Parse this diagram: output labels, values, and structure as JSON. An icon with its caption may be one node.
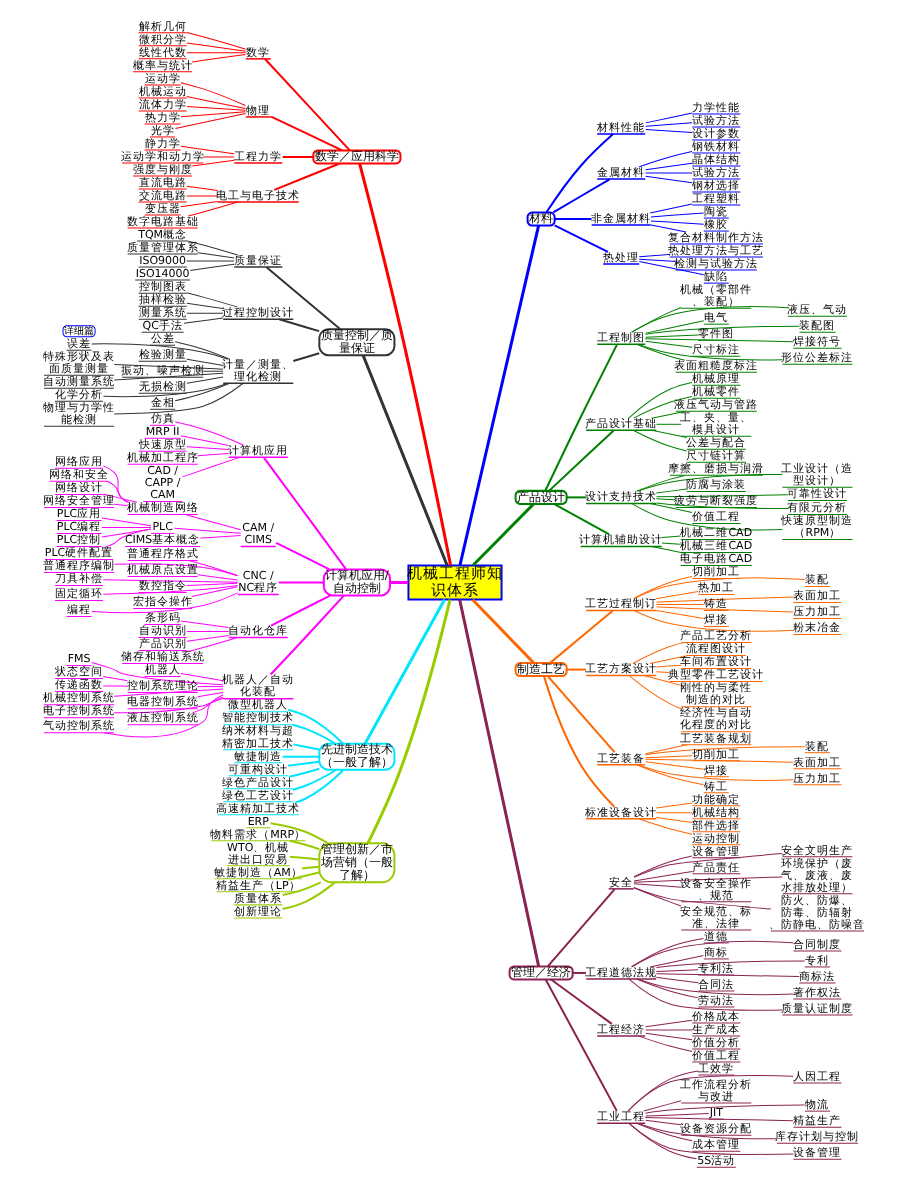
{
  "diagram": {
    "nodes": [
      {
        "text": [
          "机械工程师知识体系"
        ]
      },
      {
        "text": [
          "数学／应用科学"
        ]
      },
      {
        "text": [
          "数学"
        ]
      },
      {
        "text": [
          "解析几何"
        ]
      },
      {
        "text": [
          "微积分学"
        ]
      },
      {
        "text": [
          "线性代数"
        ]
      },
      {
        "text": [
          "概率与统计"
        ]
      },
      {
        "text": [
          "物理"
        ]
      },
      {
        "text": [
          "运动学"
        ]
      },
      {
        "text": [
          "机械运动"
        ]
      },
      {
        "text": [
          "流体力学"
        ]
      },
      {
        "text": [
          "热力学"
        ]
      },
      {
        "text": [
          "光学"
        ]
      },
      {
        "text": [
          "工程力学"
        ]
      },
      {
        "text": [
          "静力学"
        ]
      },
      {
        "text": [
          "运动学和动力学"
        ]
      },
      {
        "text": [
          "强度与刚度"
        ]
      },
      {
        "text": [
          "电工与电子技术"
        ]
      },
      {
        "text": [
          "直流电路"
        ]
      },
      {
        "text": [
          "交流电路"
        ]
      },
      {
        "text": [
          "变压器"
        ]
      },
      {
        "text": [
          "数字电路基础"
        ]
      },
      {
        "text": [
          "材料"
        ]
      },
      {
        "text": [
          "材料性能"
        ]
      },
      {
        "text": [
          "力学性能"
        ]
      },
      {
        "text": [
          "试验方法"
        ]
      },
      {
        "text": [
          "设计参数"
        ]
      },
      {
        "text": [
          "金属材料"
        ]
      },
      {
        "text": [
          "钢铁材料"
        ]
      },
      {
        "text": [
          "晶体结构"
        ]
      },
      {
        "text": [
          "试验方法"
        ]
      },
      {
        "text": [
          "钢材选择"
        ]
      },
      {
        "text": [
          "非金属材料"
        ]
      },
      {
        "text": [
          "工程塑料"
        ]
      },
      {
        "text": [
          "陶瓷"
        ]
      },
      {
        "text": [
          "橡胶"
        ]
      },
      {
        "text": [
          "复合材料制作方法"
        ]
      },
      {
        "text": [
          "热处理"
        ]
      },
      {
        "text": [
          "热处理方法与工艺"
        ]
      },
      {
        "text": [
          "检测与试验方法"
        ]
      },
      {
        "text": [
          "缺陷"
        ]
      },
      {
        "text": [
          "产品设计"
        ]
      },
      {
        "text": [
          "工程制图"
        ]
      },
      {
        "text": [
          "机械（零部件、装配）"
        ]
      },
      {
        "text": [
          "液压、气动"
        ]
      },
      {
        "text": [
          "电气"
        ]
      },
      {
        "text": [
          "装配图"
        ]
      },
      {
        "text": [
          "零件图"
        ]
      },
      {
        "text": [
          "焊接符号"
        ]
      },
      {
        "text": [
          "尺寸标注"
        ]
      },
      {
        "text": [
          "形位公差标注"
        ]
      },
      {
        "text": [
          "表面粗糙度标注"
        ]
      },
      {
        "text": [
          "产品设计基础"
        ]
      },
      {
        "text": [
          "机械原理"
        ]
      },
      {
        "text": [
          "机械零件"
        ]
      },
      {
        "text": [
          "液压气动与管路"
        ]
      },
      {
        "text": [
          "工、夹、量、模具设计"
        ]
      },
      {
        "text": [
          "公差与配合"
        ]
      },
      {
        "text": [
          "尺寸链计算"
        ]
      },
      {
        "text": [
          "设计支持技术"
        ]
      },
      {
        "text": [
          "摩擦、磨损与润滑"
        ]
      },
      {
        "text": [
          "工业设计（造型设计）"
        ]
      },
      {
        "text": [
          "防腐与涂装"
        ]
      },
      {
        "text": [
          "可靠性设计"
        ]
      },
      {
        "text": [
          "疲劳与断裂强度"
        ]
      },
      {
        "text": [
          "有限元分析"
        ]
      },
      {
        "text": [
          "价值工程"
        ]
      },
      {
        "text": [
          "快速原型制造（RPM）"
        ]
      },
      {
        "text": [
          "计算机辅助设计"
        ]
      },
      {
        "text": [
          "机械二维CAD"
        ]
      },
      {
        "text": [
          "机械三维CAD"
        ]
      },
      {
        "text": [
          "电子电路CAD"
        ]
      },
      {
        "text": [
          "制造工艺"
        ]
      },
      {
        "text": [
          "工艺过程制订"
        ]
      },
      {
        "text": [
          "切削加工"
        ]
      },
      {
        "text": [
          "装配"
        ]
      },
      {
        "text": [
          "热加工"
        ]
      },
      {
        "text": [
          "表面加工"
        ]
      },
      {
        "text": [
          "铸造"
        ]
      },
      {
        "text": [
          "压力加工"
        ]
      },
      {
        "text": [
          "焊接"
        ]
      },
      {
        "text": [
          "粉末冶金"
        ]
      },
      {
        "text": [
          "工艺方案设计"
        ]
      },
      {
        "text": [
          "产品工艺分析"
        ]
      },
      {
        "text": [
          "流程图设计"
        ]
      },
      {
        "text": [
          "车间布置设计"
        ]
      },
      {
        "text": [
          "典型零件工艺设计"
        ]
      },
      {
        "text": [
          "刚性的与柔性制造的对比"
        ]
      },
      {
        "text": [
          "经济性与自动化程度的对比"
        ]
      },
      {
        "text": [
          "工艺装备"
        ]
      },
      {
        "text": [
          "工艺装备规划"
        ]
      },
      {
        "text": [
          "装配"
        ]
      },
      {
        "text": [
          "切削加工"
        ]
      },
      {
        "text": [
          "表面加工"
        ]
      },
      {
        "text": [
          "焊接"
        ]
      },
      {
        "text": [
          "压力加工"
        ]
      },
      {
        "text": [
          "铸工"
        ]
      },
      {
        "text": [
          "标准设备设计"
        ]
      },
      {
        "text": [
          "功能确定"
        ]
      },
      {
        "text": [
          "机械结构"
        ]
      },
      {
        "text": [
          "部件选择"
        ]
      },
      {
        "text": [
          "运动控制"
        ]
      },
      {
        "text": [
          "管理／经济"
        ]
      },
      {
        "text": [
          "安全"
        ]
      },
      {
        "text": [
          "设备管理"
        ]
      },
      {
        "text": [
          "安全文明生产"
        ]
      },
      {
        "text": [
          "产品责任"
        ]
      },
      {
        "text": [
          "环境保护（废气、废液、废水排放处理）"
        ]
      },
      {
        "text": [
          "设备安全操作、规范"
        ]
      },
      {
        "text": [
          "防火、防爆、防毒、防辐射、防静电、防噪音"
        ]
      },
      {
        "text": [
          "安全规范、标准、法律"
        ]
      },
      {
        "text": [
          "工程道德法规"
        ]
      },
      {
        "text": [
          "道德"
        ]
      },
      {
        "text": [
          "合同制度"
        ]
      },
      {
        "text": [
          "商标"
        ]
      },
      {
        "text": [
          "专利"
        ]
      },
      {
        "text": [
          "专利法"
        ]
      },
      {
        "text": [
          "商标法"
        ]
      },
      {
        "text": [
          "合同法"
        ]
      },
      {
        "text": [
          "著作权法"
        ]
      },
      {
        "text": [
          "劳动法"
        ]
      },
      {
        "text": [
          "质量认证制度"
        ]
      },
      {
        "text": [
          "工程经济"
        ]
      },
      {
        "text": [
          "价格成本"
        ]
      },
      {
        "text": [
          "生产成本"
        ]
      },
      {
        "text": [
          "价值分析"
        ]
      },
      {
        "text": [
          "价值工程"
        ]
      },
      {
        "text": [
          "工业工程"
        ]
      },
      {
        "text": [
          "工效学"
        ]
      },
      {
        "text": [
          "人因工程"
        ]
      },
      {
        "text": [
          "工作流程分析与改进"
        ]
      },
      {
        "text": [
          "物流"
        ]
      },
      {
        "text": [
          "JIT"
        ]
      },
      {
        "text": [
          "精益生产"
        ]
      },
      {
        "text": [
          "设备资源分配"
        ]
      },
      {
        "text": [
          "库存计划与控制"
        ]
      },
      {
        "text": [
          "成本管理"
        ]
      },
      {
        "text": [
          "设备管理"
        ]
      },
      {
        "text": [
          "5S活动"
        ]
      },
      {
        "text": [
          "质量控制／质量保证"
        ]
      },
      {
        "text": [
          "质量保证"
        ]
      },
      {
        "text": [
          "TQM概念"
        ]
      },
      {
        "text": [
          "质量管理体系"
        ]
      },
      {
        "text": [
          "ISO9000"
        ]
      },
      {
        "text": [
          "ISO14000"
        ]
      },
      {
        "text": [
          "过程控制设计"
        ]
      },
      {
        "text": [
          "控制图表"
        ]
      },
      {
        "text": [
          "抽样检验"
        ]
      },
      {
        "text": [
          "测量系统"
        ]
      },
      {
        "text": [
          "QC手法"
        ]
      },
      {
        "text": [
          "计量／测量、理化检测"
        ]
      },
      {
        "text": [
          "公差"
        ]
      },
      {
        "text": [
          "误差"
        ]
      },
      {
        "text": [
          "检验测量"
        ]
      },
      {
        "text": [
          "特殊形状及表面质量测量"
        ]
      },
      {
        "text": [
          "振动、噪声检测"
        ]
      },
      {
        "text": [
          "自动测量系统"
        ]
      },
      {
        "text": [
          "无损检测"
        ]
      },
      {
        "text": [
          "化学分析"
        ]
      },
      {
        "text": [
          "金相"
        ]
      },
      {
        "text": [
          "物理与力学性能检测"
        ]
      },
      {
        "text": [
          "计算机应用/自动控制"
        ]
      },
      {
        "text": [
          "计算机应用"
        ]
      },
      {
        "text": [
          "仿真"
        ]
      },
      {
        "text": [
          "MRP II"
        ]
      },
      {
        "text": [
          "快速原型"
        ]
      },
      {
        "text": [
          "机械加工程序"
        ]
      },
      {
        "text": [
          "CAD / CAPP / CAM"
        ]
      },
      {
        "text": [
          "CAM / CIMS"
        ]
      },
      {
        "text": [
          "机械制造网络"
        ]
      },
      {
        "text": [
          "网络应用"
        ]
      },
      {
        "text": [
          "网络和安全"
        ]
      },
      {
        "text": [
          "网络设计"
        ]
      },
      {
        "text": [
          "网络安全管理"
        ]
      },
      {
        "text": [
          "PLC"
        ]
      },
      {
        "text": [
          "PLC应用"
        ]
      },
      {
        "text": [
          "PLC编程"
        ]
      },
      {
        "text": [
          "PLC控制"
        ]
      },
      {
        "text": [
          "PLC硬件配置"
        ]
      },
      {
        "text": [
          "CIMS基本概念"
        ]
      },
      {
        "text": [
          "CNC / NC程序"
        ]
      },
      {
        "text": [
          "普通程序格式"
        ]
      },
      {
        "text": [
          "普通程序编制"
        ]
      },
      {
        "text": [
          "机械原点设置"
        ]
      },
      {
        "text": [
          "刀具补偿"
        ]
      },
      {
        "text": [
          "数控指令"
        ]
      },
      {
        "text": [
          "固定循环"
        ]
      },
      {
        "text": [
          "宏指令操作"
        ]
      },
      {
        "text": [
          "编程"
        ]
      },
      {
        "text": [
          "自动化仓库"
        ]
      },
      {
        "text": [
          "条形码"
        ]
      },
      {
        "text": [
          "自动识别"
        ]
      },
      {
        "text": [
          "产品识别"
        ]
      },
      {
        "text": [
          "储存和输送系统"
        ]
      },
      {
        "text": [
          "机器人／自动化装配"
        ]
      },
      {
        "text": [
          "机器人"
        ]
      },
      {
        "text": [
          "FMS"
        ]
      },
      {
        "text": [
          "控制系统理论"
        ]
      },
      {
        "text": [
          "状态空间"
        ]
      },
      {
        "text": [
          "传递函数"
        ]
      },
      {
        "text": [
          "机械控制系统"
        ]
      },
      {
        "text": [
          "电器控制系统"
        ]
      },
      {
        "text": [
          "电子控制系统"
        ]
      },
      {
        "text": [
          "液压控制系统"
        ]
      },
      {
        "text": [
          "气动控制系统"
        ]
      },
      {
        "text": [
          "先进制造技术（一般了解）"
        ]
      },
      {
        "text": [
          "微型机器人"
        ]
      },
      {
        "text": [
          "智能控制技术"
        ]
      },
      {
        "text": [
          "纳米材料与超精密加工技术"
        ]
      },
      {
        "text": [
          "敏捷制造"
        ]
      },
      {
        "text": [
          "可重构设计"
        ]
      },
      {
        "text": [
          "绿色产品设计"
        ]
      },
      {
        "text": [
          "绿色工艺设计"
        ]
      },
      {
        "text": [
          "高速精加工技术"
        ]
      },
      {
        "text": [
          "管理创新／市场营销（一般了解）"
        ]
      },
      {
        "text": [
          "ERP"
        ]
      },
      {
        "text": [
          "物料需求（MRP）"
        ]
      },
      {
        "text": [
          "WTO、机械进出口贸易"
        ]
      },
      {
        "text": [
          "敏捷制造（AM）"
        ]
      },
      {
        "text": [
          "精益生产（LP）"
        ]
      },
      {
        "text": [
          "质量体系"
        ]
      },
      {
        "text": [
          "创新理论"
        ]
      },
      {
        "text": [
          "详细篇"
        ]
      }
    ],
    "edges": [
      {
        "from": 0,
        "to": 1,
        "arrow": "none",
        "color": "#ff0000"
      },
      {
        "from": 1,
        "to": 2,
        "arrow": "none",
        "color": "#ff0000"
      },
      {
        "from": 2,
        "to": 3,
        "arrow": "none",
        "color": "#ff0000"
      },
      {
        "from": 2,
        "to": 4,
        "arrow": "none",
        "color": "#ff0000"
      },
      {
        "from": 2,
        "to": 5,
        "arrow": "none",
        "color": "#ff0000"
      },
      {
        "from": 2,
        "to": 6,
        "arrow": "none",
        "color": "#ff0000"
      },
      {
        "from": 1,
        "to": 7,
        "arrow": "none",
        "color": "#ff0000"
      },
      {
        "from": 7,
        "to": 8,
        "arrow": "none",
        "color": "#ff0000"
      },
      {
        "from": 7,
        "to": 9,
        "arrow": "none",
        "color": "#ff0000"
      },
      {
        "from": 7,
        "to": 10,
        "arrow": "none",
        "color": "#ff0000"
      },
      {
        "from": 7,
        "to": 11,
        "arrow": "none",
        "color": "#ff0000"
      },
      {
        "from": 7,
        "to": 12,
        "arrow": "none",
        "color": "#ff0000"
      },
      {
        "from": 1,
        "to": 13,
        "arrow": "none",
        "color": "#ff0000"
      },
      {
        "from": 13,
        "to": 14,
        "arrow": "none",
        "color": "#ff0000"
      },
      {
        "from": 13,
        "to": 15,
        "arrow": "none",
        "color": "#ff0000"
      },
      {
        "from": 13,
        "to": 16,
        "arrow": "none",
        "color": "#ff0000"
      },
      {
        "from": 1,
        "to": 17,
        "arrow": "none",
        "color": "#ff0000"
      },
      {
        "from": 17,
        "to": 18,
        "arrow": "none",
        "color": "#ff0000"
      },
      {
        "from": 17,
        "to": 19,
        "arrow": "none",
        "color": "#ff0000"
      },
      {
        "from": 17,
        "to": 20,
        "arrow": "none",
        "color": "#ff0000"
      },
      {
        "from": 17,
        "to": 21,
        "arrow": "none",
        "color": "#ff0000"
      },
      {
        "from": 0,
        "to": 22,
        "arrow": "none",
        "color": "#0000ff"
      },
      {
        "from": 22,
        "to": 23,
        "arrow": "none",
        "color": "#0000ff"
      },
      {
        "from": 23,
        "to": 24,
        "arrow": "none",
        "color": "#0000ff"
      },
      {
        "from": 23,
        "to": 25,
        "arrow": "none",
        "color": "#0000ff"
      },
      {
        "from": 23,
        "to": 26,
        "arrow": "none",
        "color": "#0000ff"
      },
      {
        "from": 22,
        "to": 27,
        "arrow": "none",
        "color": "#0000ff"
      },
      {
        "from": 27,
        "to": 28,
        "arrow": "none",
        "color": "#0000ff"
      },
      {
        "from": 27,
        "to": 29,
        "arrow": "none",
        "color": "#0000ff"
      },
      {
        "from": 27,
        "to": 30,
        "arrow": "none",
        "color": "#0000ff"
      },
      {
        "from": 27,
        "to": 31,
        "arrow": "none",
        "color": "#0000ff"
      },
      {
        "from": 22,
        "to": 32,
        "arrow": "none",
        "color": "#0000ff"
      },
      {
        "from": 32,
        "to": 33,
        "arrow": "none",
        "color": "#0000ff"
      },
      {
        "from": 32,
        "to": 34,
        "arrow": "none",
        "color": "#0000ff"
      },
      {
        "from": 32,
        "to": 35,
        "arrow": "none",
        "color": "#0000ff"
      },
      {
        "from": 32,
        "to": 36,
        "arrow": "none",
        "color": "#0000ff"
      },
      {
        "from": 22,
        "to": 37,
        "arrow": "none",
        "color": "#0000ff"
      },
      {
        "from": 37,
        "to": 38,
        "arrow": "none",
        "color": "#0000ff"
      },
      {
        "from": 37,
        "to": 39,
        "arrow": "none",
        "color": "#0000ff"
      },
      {
        "from": 37,
        "to": 40,
        "arrow": "none",
        "color": "#0000ff"
      },
      {
        "from": 0,
        "to": 41,
        "arrow": "none",
        "color": "#008000"
      },
      {
        "from": 41,
        "to": 42,
        "arrow": "none",
        "color": "#008000"
      },
      {
        "from": 42,
        "to": 43,
        "arrow": "none",
        "color": "#008000"
      },
      {
        "from": 42,
        "to": 44,
        "arrow": "none",
        "color": "#008000"
      },
      {
        "from": 42,
        "to": 45,
        "arrow": "none",
        "color": "#008000"
      },
      {
        "from": 42,
        "to": 46,
        "arrow": "none",
        "color": "#008000"
      },
      {
        "from": 42,
        "to": 47,
        "arrow": "none",
        "color": "#008000"
      },
      {
        "from": 42,
        "to": 48,
        "arrow": "none",
        "color": "#008000"
      },
      {
        "from": 42,
        "to": 49,
        "arrow": "none",
        "color": "#008000"
      },
      {
        "from": 42,
        "to": 50,
        "arrow": "none",
        "color": "#008000"
      },
      {
        "from": 42,
        "to": 51,
        "arrow": "none",
        "color": "#008000"
      },
      {
        "from": 41,
        "to": 52,
        "arrow": "none",
        "color": "#008000"
      },
      {
        "from": 52,
        "to": 53,
        "arrow": "none",
        "color": "#008000"
      },
      {
        "from": 52,
        "to": 54,
        "arrow": "none",
        "color": "#008000"
      },
      {
        "from": 52,
        "to": 55,
        "arrow": "none",
        "color": "#008000"
      },
      {
        "from": 52,
        "to": 56,
        "arrow": "none",
        "color": "#008000"
      },
      {
        "from": 52,
        "to": 57,
        "arrow": "none",
        "color": "#008000"
      },
      {
        "from": 52,
        "to": 58,
        "arrow": "none",
        "color": "#008000"
      },
      {
        "from": 41,
        "to": 59,
        "arrow": "none",
        "color": "#008000"
      },
      {
        "from": 59,
        "to": 60,
        "arrow": "none",
        "color": "#008000"
      },
      {
        "from": 59,
        "to": 61,
        "arrow": "none",
        "color": "#008000"
      },
      {
        "from": 59,
        "to": 62,
        "arrow": "none",
        "color": "#008000"
      },
      {
        "from": 59,
        "to": 63,
        "arrow": "none",
        "color": "#008000"
      },
      {
        "from": 59,
        "to": 64,
        "arrow": "none",
        "color": "#008000"
      },
      {
        "from": 59,
        "to": 65,
        "arrow": "none",
        "color": "#008000"
      },
      {
        "from": 59,
        "to": 66,
        "arrow": "none",
        "color": "#008000"
      },
      {
        "from": 59,
        "to": 67,
        "arrow": "none",
        "color": "#008000"
      },
      {
        "from": 41,
        "to": 68,
        "arrow": "none",
        "color": "#008000"
      },
      {
        "from": 68,
        "to": 69,
        "arrow": "none",
        "color": "#008000"
      },
      {
        "from": 68,
        "to": 70,
        "arrow": "none",
        "color": "#008000"
      },
      {
        "from": 68,
        "to": 71,
        "arrow": "none",
        "color": "#008000"
      },
      {
        "from": 0,
        "to": 72,
        "arrow": "none",
        "color": "#ff6600"
      },
      {
        "from": 72,
        "to": 73,
        "arrow": "none",
        "color": "#ff6600"
      },
      {
        "from": 73,
        "to": 74,
        "arrow": "none",
        "color": "#ff6600"
      },
      {
        "from": 73,
        "to": 75,
        "arrow": "none",
        "color": "#ff6600"
      },
      {
        "from": 73,
        "to": 76,
        "arrow": "none",
        "color": "#ff6600"
      },
      {
        "from": 73,
        "to": 77,
        "arrow": "none",
        "color": "#ff6600"
      },
      {
        "from": 73,
        "to": 78,
        "arrow": "none",
        "color": "#ff6600"
      },
      {
        "from": 73,
        "to": 79,
        "arrow": "none",
        "color": "#ff6600"
      },
      {
        "from": 73,
        "to": 80,
        "arrow": "none",
        "color": "#ff6600"
      },
      {
        "from": 73,
        "to": 81,
        "arrow": "none",
        "color": "#ff6600"
      },
      {
        "from": 72,
        "to": 82,
        "arrow": "none",
        "color": "#ff6600"
      },
      {
        "from": 82,
        "to": 83,
        "arrow": "none",
        "color": "#ff6600"
      },
      {
        "from": 82,
        "to": 84,
        "arrow": "none",
        "color": "#ff6600"
      },
      {
        "from": 82,
        "to": 85,
        "arrow": "none",
        "color": "#ff6600"
      },
      {
        "from": 82,
        "to": 86,
        "arrow": "none",
        "color": "#ff6600"
      },
      {
        "from": 82,
        "to": 87,
        "arrow": "none",
        "color": "#ff6600"
      },
      {
        "from": 82,
        "to": 88,
        "arrow": "none",
        "color": "#ff6600"
      },
      {
        "from": 72,
        "to": 89,
        "arrow": "none",
        "color": "#ff6600"
      },
      {
        "from": 89,
        "to": 90,
        "arrow": "none",
        "color": "#ff6600"
      },
      {
        "from": 89,
        "to": 91,
        "arrow": "none",
        "color": "#ff6600"
      },
      {
        "from": 89,
        "to": 92,
        "arrow": "none",
        "color": "#ff6600"
      },
      {
        "from": 89,
        "to": 93,
        "arrow": "none",
        "color": "#ff6600"
      },
      {
        "from": 89,
        "to": 94,
        "arrow": "none",
        "color": "#ff6600"
      },
      {
        "from": 89,
        "to": 95,
        "arrow": "none",
        "color": "#ff6600"
      },
      {
        "from": 89,
        "to": 96,
        "arrow": "none",
        "color": "#ff6600"
      },
      {
        "from": 72,
        "to": 97,
        "arrow": "none",
        "color": "#ff6600"
      },
      {
        "from": 97,
        "to": 98,
        "arrow": "none",
        "color": "#ff6600"
      },
      {
        "from": 97,
        "to": 99,
        "arrow": "none",
        "color": "#ff6600"
      },
      {
        "from": 97,
        "to": 100,
        "arrow": "none",
        "color": "#ff6600"
      },
      {
        "from": 97,
        "to": 101,
        "arrow": "none",
        "color": "#ff6600"
      },
      {
        "from": 0,
        "to": 102,
        "arrow": "none",
        "color": "#8b2252"
      },
      {
        "from": 102,
        "to": 103,
        "arrow": "none",
        "color": "#8b2252"
      },
      {
        "from": 103,
        "to": 104,
        "arrow": "none",
        "color": "#8b2252"
      },
      {
        "from": 103,
        "to": 105,
        "arrow": "none",
        "color": "#8b2252"
      },
      {
        "from": 103,
        "to": 106,
        "arrow": "none",
        "color": "#8b2252"
      },
      {
        "from": 103,
        "to": 107,
        "arrow": "none",
        "color": "#8b2252"
      },
      {
        "from": 103,
        "to": 108,
        "arrow": "none",
        "color": "#8b2252"
      },
      {
        "from": 103,
        "to": 109,
        "arrow": "none",
        "color": "#8b2252"
      },
      {
        "from": 103,
        "to": 110,
        "arrow": "none",
        "color": "#8b2252"
      },
      {
        "from": 102,
        "to": 111,
        "arrow": "none",
        "color": "#8b2252"
      },
      {
        "from": 111,
        "to": 112,
        "arrow": "none",
        "color": "#8b2252"
      },
      {
        "from": 111,
        "to": 113,
        "arrow": "none",
        "color": "#8b2252"
      },
      {
        "from": 111,
        "to": 114,
        "arrow": "none",
        "color": "#8b2252"
      },
      {
        "from": 111,
        "to": 115,
        "arrow": "none",
        "color": "#8b2252"
      },
      {
        "from": 111,
        "to": 116,
        "arrow": "none",
        "color": "#8b2252"
      },
      {
        "from": 111,
        "to": 117,
        "arrow": "none",
        "color": "#8b2252"
      },
      {
        "from": 111,
        "to": 118,
        "arrow": "none",
        "color": "#8b2252"
      },
      {
        "from": 111,
        "to": 119,
        "arrow": "none",
        "color": "#8b2252"
      },
      {
        "from": 111,
        "to": 120,
        "arrow": "none",
        "color": "#8b2252"
      },
      {
        "from": 111,
        "to": 121,
        "arrow": "none",
        "color": "#8b2252"
      },
      {
        "from": 102,
        "to": 122,
        "arrow": "none",
        "color": "#8b2252"
      },
      {
        "from": 122,
        "to": 123,
        "arrow": "none",
        "color": "#8b2252"
      },
      {
        "from": 122,
        "to": 124,
        "arrow": "none",
        "color": "#8b2252"
      },
      {
        "from": 122,
        "to": 125,
        "arrow": "none",
        "color": "#8b2252"
      },
      {
        "from": 122,
        "to": 126,
        "arrow": "none",
        "color": "#8b2252"
      },
      {
        "from": 102,
        "to": 127,
        "arrow": "none",
        "color": "#8b2252"
      },
      {
        "from": 127,
        "to": 128,
        "arrow": "none",
        "color": "#8b2252"
      },
      {
        "from": 127,
        "to": 129,
        "arrow": "none",
        "color": "#8b2252"
      },
      {
        "from": 127,
        "to": 130,
        "arrow": "none",
        "color": "#8b2252"
      },
      {
        "from": 127,
        "to": 131,
        "arrow": "none",
        "color": "#8b2252"
      },
      {
        "from": 127,
        "to": 132,
        "arrow": "none",
        "color": "#8b2252"
      },
      {
        "from": 127,
        "to": 133,
        "arrow": "none",
        "color": "#8b2252"
      },
      {
        "from": 127,
        "to": 134,
        "arrow": "none",
        "color": "#8b2252"
      },
      {
        "from": 127,
        "to": 135,
        "arrow": "none",
        "color": "#8b2252"
      },
      {
        "from": 127,
        "to": 136,
        "arrow": "none",
        "color": "#8b2252"
      },
      {
        "from": 127,
        "to": 137,
        "arrow": "none",
        "color": "#8b2252"
      },
      {
        "from": 127,
        "to": 138,
        "arrow": "none",
        "color": "#8b2252"
      },
      {
        "from": 0,
        "to": 139,
        "arrow": "none",
        "color": "#333333"
      },
      {
        "from": 139,
        "to": 140,
        "arrow": "none",
        "color": "#333333"
      },
      {
        "from": 140,
        "to": 141,
        "arrow": "none",
        "color": "#333333"
      },
      {
        "from": 140,
        "to": 142,
        "arrow": "none",
        "color": "#333333"
      },
      {
        "from": 140,
        "to": 143,
        "arrow": "none",
        "color": "#333333"
      },
      {
        "from": 140,
        "to": 144,
        "arrow": "none",
        "color": "#333333"
      },
      {
        "from": 139,
        "to": 145,
        "arrow": "none",
        "color": "#333333"
      },
      {
        "from": 145,
        "to": 146,
        "arrow": "none",
        "color": "#333333"
      },
      {
        "from": 145,
        "to": 147,
        "arrow": "none",
        "color": "#333333"
      },
      {
        "from": 145,
        "to": 148,
        "arrow": "none",
        "color": "#333333"
      },
      {
        "from": 145,
        "to": 149,
        "arrow": "none",
        "color": "#333333"
      },
      {
        "from": 139,
        "to": 150,
        "arrow": "none",
        "color": "#333333"
      },
      {
        "from": 150,
        "to": 151,
        "arrow": "none",
        "color": "#333333"
      },
      {
        "from": 150,
        "to": 152,
        "arrow": "none",
        "color": "#333333"
      },
      {
        "from": 150,
        "to": 153,
        "arrow": "none",
        "color": "#333333"
      },
      {
        "from": 150,
        "to": 154,
        "arrow": "none",
        "color": "#333333"
      },
      {
        "from": 150,
        "to": 155,
        "arrow": "none",
        "color": "#333333"
      },
      {
        "from": 150,
        "to": 156,
        "arrow": "none",
        "color": "#333333"
      },
      {
        "from": 150,
        "to": 157,
        "arrow": "none",
        "color": "#333333"
      },
      {
        "from": 150,
        "to": 158,
        "arrow": "none",
        "color": "#333333"
      },
      {
        "from": 150,
        "to": 159,
        "arrow": "none",
        "color": "#333333"
      },
      {
        "from": 150,
        "to": 160,
        "arrow": "none",
        "color": "#333333"
      },
      {
        "from": 0,
        "to": 161,
        "arrow": "none",
        "color": "#ff00ff"
      },
      {
        "from": 161,
        "to": 162,
        "arrow": "none",
        "color": "#ff00ff"
      },
      {
        "from": 162,
        "to": 163,
        "arrow": "none",
        "color": "#ff00ff"
      },
      {
        "from": 162,
        "to": 164,
        "arrow": "none",
        "color": "#ff00ff"
      },
      {
        "from": 162,
        "to": 165,
        "arrow": "none",
        "color": "#ff00ff"
      },
      {
        "from": 162,
        "to": 166,
        "arrow": "none",
        "color": "#ff00ff"
      },
      {
        "from": 162,
        "to": 167,
        "arrow": "none",
        "color": "#ff00ff"
      },
      {
        "from": 161,
        "to": 168,
        "arrow": "none",
        "color": "#ff00ff"
      },
      {
        "from": 168,
        "to": 169,
        "arrow": "none",
        "color": "#ff00ff"
      },
      {
        "from": 169,
        "to": 170,
        "arrow": "none",
        "color": "#ff00ff"
      },
      {
        "from": 169,
        "to": 171,
        "arrow": "none",
        "color": "#ff00ff"
      },
      {
        "from": 169,
        "to": 172,
        "arrow": "none",
        "color": "#ff00ff"
      },
      {
        "from": 169,
        "to": 173,
        "arrow": "none",
        "color": "#ff00ff"
      },
      {
        "from": 168,
        "to": 174,
        "arrow": "none",
        "color": "#ff00ff"
      },
      {
        "from": 174,
        "to": 175,
        "arrow": "none",
        "color": "#ff00ff"
      },
      {
        "from": 174,
        "to": 176,
        "arrow": "none",
        "color": "#ff00ff"
      },
      {
        "from": 174,
        "to": 177,
        "arrow": "none",
        "color": "#ff00ff"
      },
      {
        "from": 174,
        "to": 178,
        "arrow": "none",
        "color": "#ff00ff"
      },
      {
        "from": 168,
        "to": 179,
        "arrow": "none",
        "color": "#ff00ff"
      },
      {
        "from": 161,
        "to": 180,
        "arrow": "none",
        "color": "#ff00ff"
      },
      {
        "from": 180,
        "to": 181,
        "arrow": "none",
        "color": "#ff00ff"
      },
      {
        "from": 180,
        "to": 182,
        "arrow": "none",
        "color": "#ff00ff"
      },
      {
        "from": 180,
        "to": 183,
        "arrow": "none",
        "color": "#ff00ff"
      },
      {
        "from": 180,
        "to": 184,
        "arrow": "none",
        "color": "#ff00ff"
      },
      {
        "from": 180,
        "to": 185,
        "arrow": "none",
        "color": "#ff00ff"
      },
      {
        "from": 180,
        "to": 186,
        "arrow": "none",
        "color": "#ff00ff"
      },
      {
        "from": 180,
        "to": 187,
        "arrow": "none",
        "color": "#ff00ff"
      },
      {
        "from": 180,
        "to": 188,
        "arrow": "none",
        "color": "#ff00ff"
      },
      {
        "from": 161,
        "to": 189,
        "arrow": "none",
        "color": "#ff00ff"
      },
      {
        "from": 189,
        "to": 190,
        "arrow": "none",
        "color": "#ff00ff"
      },
      {
        "from": 189,
        "to": 191,
        "arrow": "none",
        "color": "#ff00ff"
      },
      {
        "from": 189,
        "to": 192,
        "arrow": "none",
        "color": "#ff00ff"
      },
      {
        "from": 189,
        "to": 193,
        "arrow": "none",
        "color": "#ff00ff"
      },
      {
        "from": 161,
        "to": 194,
        "arrow": "none",
        "color": "#ff00ff"
      },
      {
        "from": 194,
        "to": 195,
        "arrow": "none",
        "color": "#ff00ff"
      },
      {
        "from": 194,
        "to": 196,
        "arrow": "none",
        "color": "#ff00ff"
      },
      {
        "from": 194,
        "to": 197,
        "arrow": "none",
        "color": "#ff00ff"
      },
      {
        "from": 197,
        "to": 198,
        "arrow": "none",
        "color": "#ff00ff"
      },
      {
        "from": 197,
        "to": 199,
        "arrow": "none",
        "color": "#ff00ff"
      },
      {
        "from": 194,
        "to": 200,
        "arrow": "none",
        "color": "#ff00ff"
      },
      {
        "from": 194,
        "to": 201,
        "arrow": "none",
        "color": "#ff00ff"
      },
      {
        "from": 194,
        "to": 202,
        "arrow": "none",
        "color": "#ff00ff"
      },
      {
        "from": 194,
        "to": 203,
        "arrow": "none",
        "color": "#ff00ff"
      },
      {
        "from": 194,
        "to": 204,
        "arrow": "none",
        "color": "#ff00ff"
      },
      {
        "from": 0,
        "to": 205,
        "arrow": "none",
        "color": "#00e5ff"
      },
      {
        "from": 205,
        "to": 206,
        "arrow": "none",
        "color": "#00e5ff"
      },
      {
        "from": 205,
        "to": 207,
        "arrow": "none",
        "color": "#00e5ff"
      },
      {
        "from": 205,
        "to": 208,
        "arrow": "none",
        "color": "#00e5ff"
      },
      {
        "from": 205,
        "to": 209,
        "arrow": "none",
        "color": "#00e5ff"
      },
      {
        "from": 205,
        "to": 210,
        "arrow": "none",
        "color": "#00e5ff"
      },
      {
        "from": 205,
        "to": 211,
        "arrow": "none",
        "color": "#00e5ff"
      },
      {
        "from": 205,
        "to": 212,
        "arrow": "none",
        "color": "#00e5ff"
      },
      {
        "from": 205,
        "to": 213,
        "arrow": "none",
        "color": "#00e5ff"
      },
      {
        "from": 0,
        "to": 214,
        "arrow": "none",
        "color": "#99cc00"
      },
      {
        "from": 214,
        "to": 215,
        "arrow": "none",
        "color": "#99cc00"
      },
      {
        "from": 214,
        "to": 216,
        "arrow": "none",
        "color": "#99cc00"
      },
      {
        "from": 214,
        "to": 217,
        "arrow": "none",
        "color": "#99cc00"
      },
      {
        "from": 214,
        "to": 218,
        "arrow": "none",
        "color": "#99cc00"
      },
      {
        "from": 214,
        "to": 219,
        "arrow": "none",
        "color": "#99cc00"
      },
      {
        "from": 214,
        "to": 220,
        "arrow": "none",
        "color": "#99cc00"
      },
      {
        "from": 214,
        "to": 221,
        "arrow": "none",
        "color": "#99cc00"
      }
    ]
  }
}
